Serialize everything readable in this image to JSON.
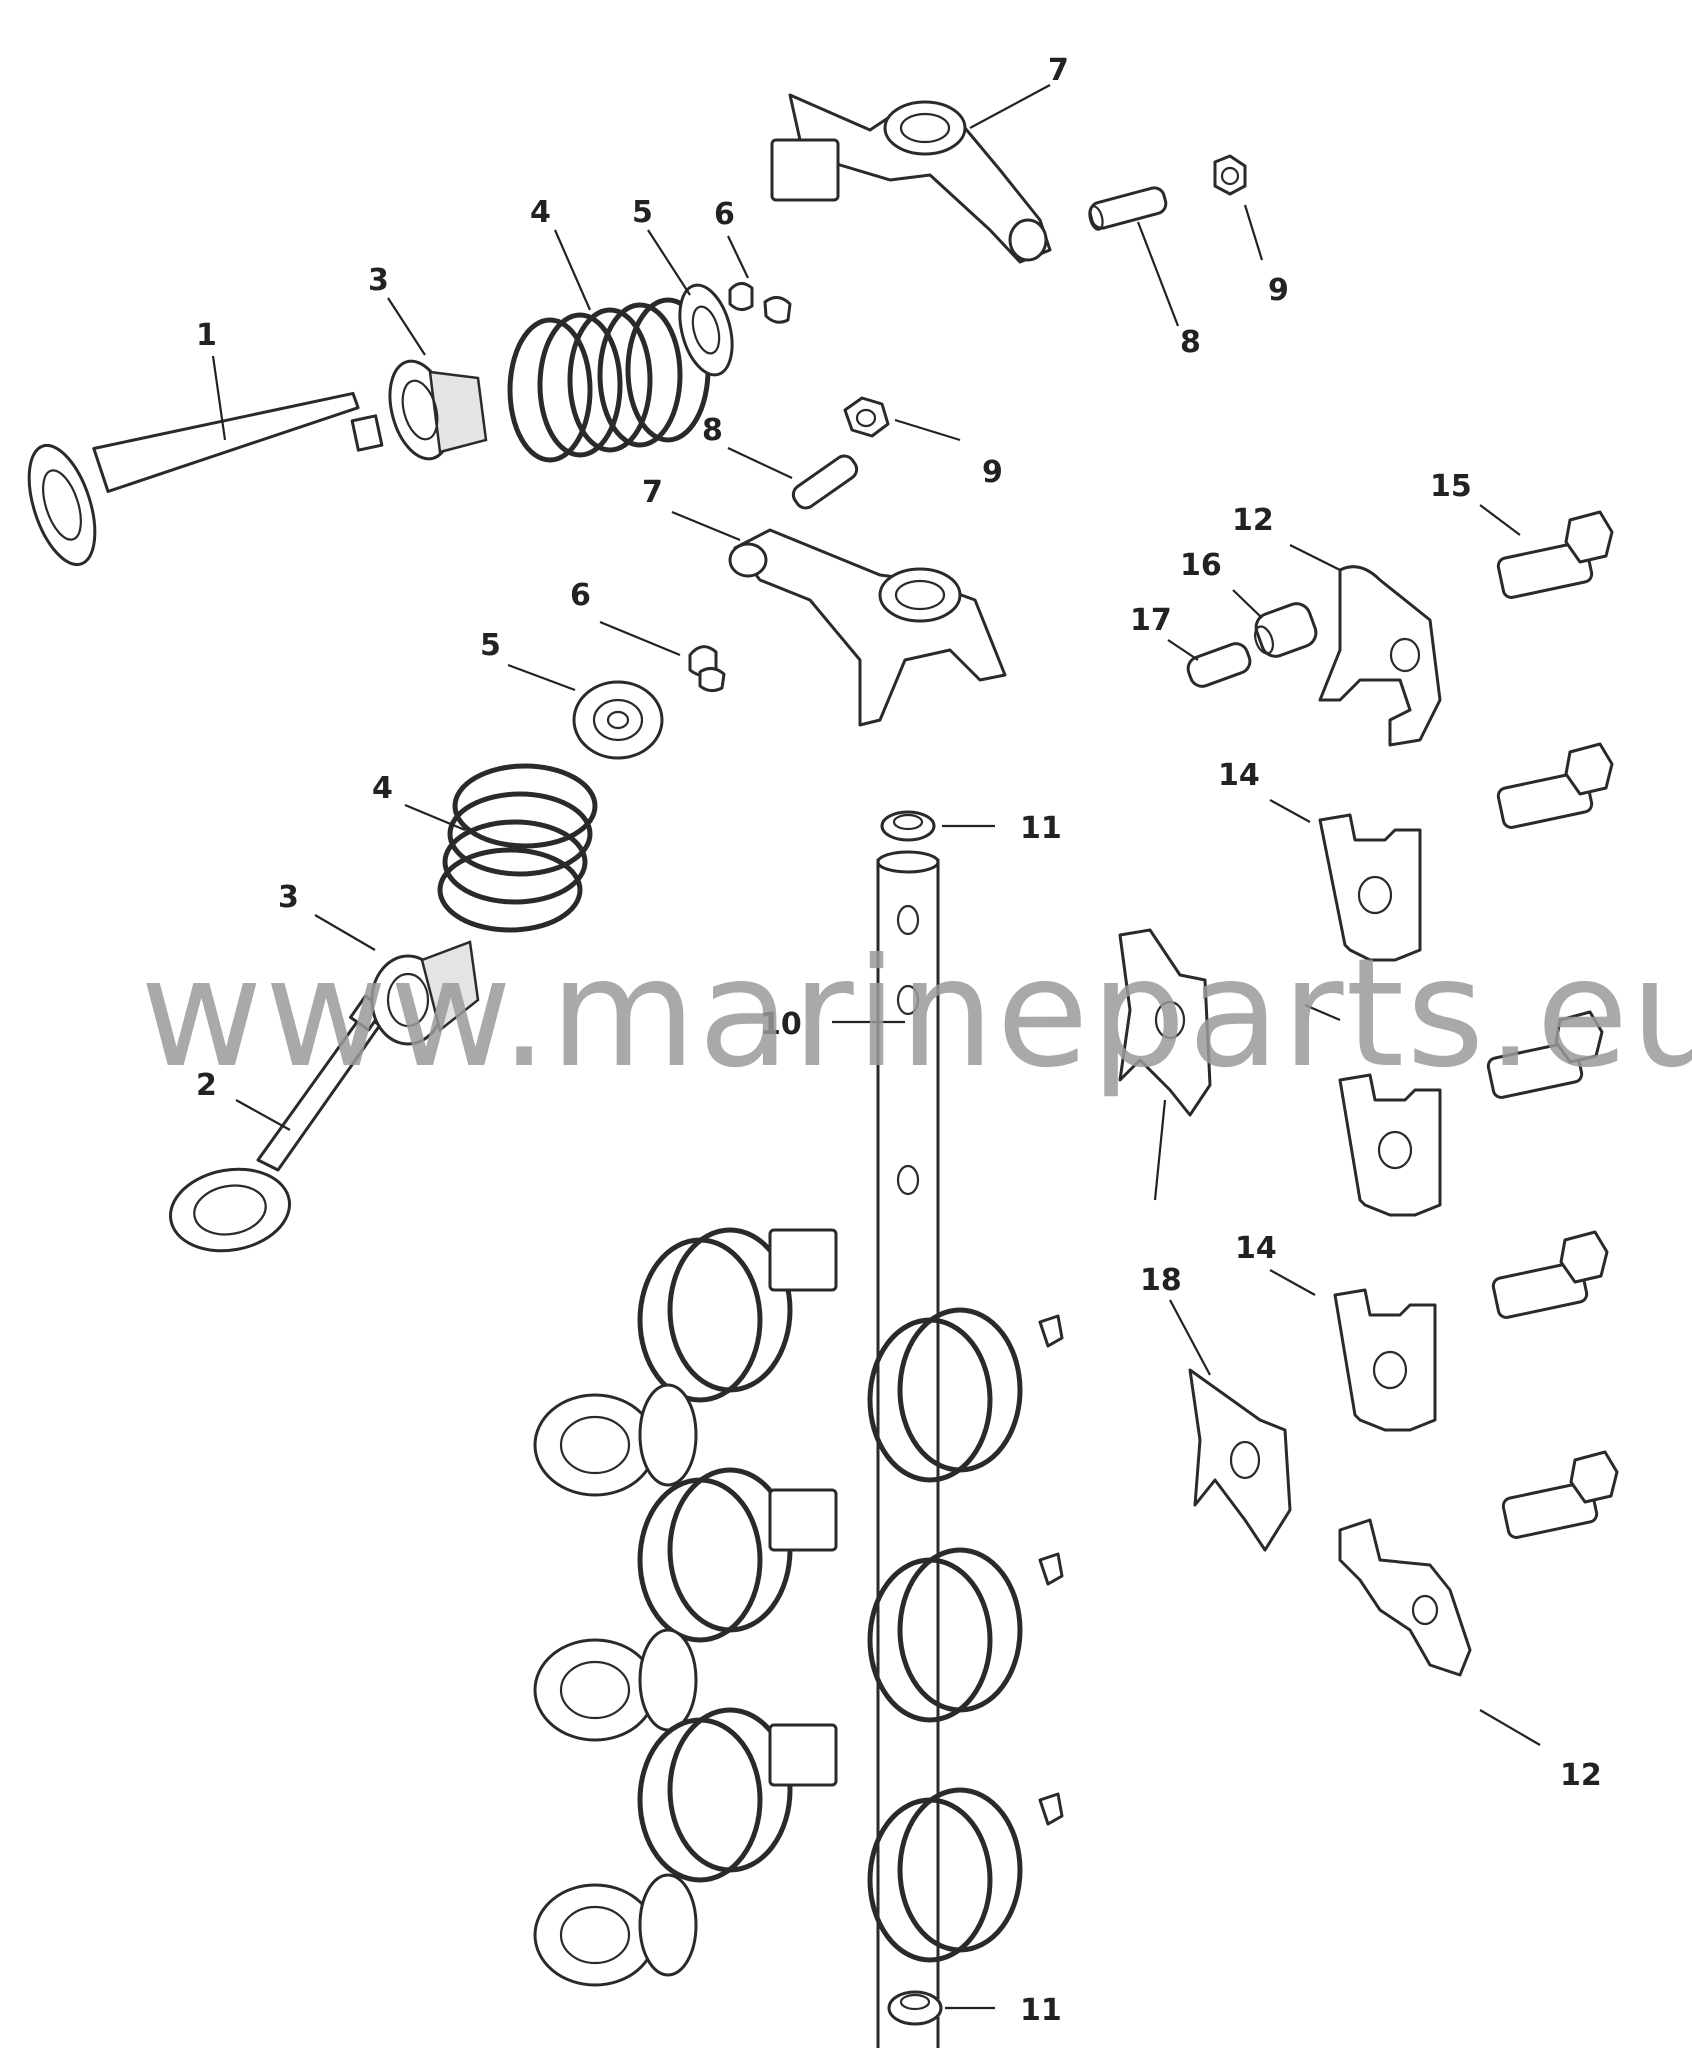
{
  "watermark": "www.marineparts.eu",
  "callouts": [
    "1",
    "2",
    "3",
    "3",
    "4",
    "4",
    "5",
    "5",
    "6",
    "6",
    "7",
    "7",
    "8",
    "8",
    "9",
    "9",
    "10",
    "11",
    "11",
    "12",
    "12",
    "14",
    "14",
    "15",
    "16",
    "17",
    "18"
  ],
  "colors": {
    "ink": "#2a2a2a",
    "background": "#ffffff",
    "watermark": "#9a9a9a"
  }
}
